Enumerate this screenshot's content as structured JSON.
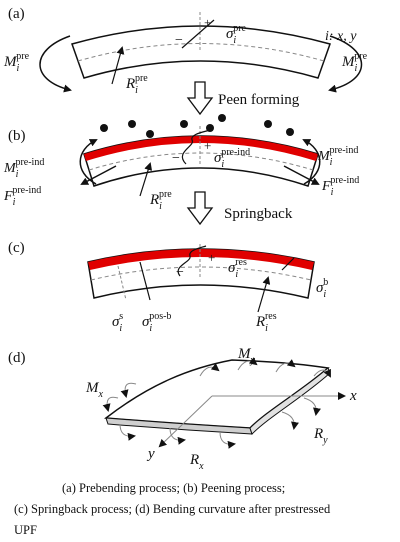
{
  "panels": {
    "a": {
      "label": "(a)",
      "axis_note": "i: x, y",
      "moment_left": "M",
      "moment_right": "M",
      "moment_sub": "i",
      "moment_sup": "pre",
      "sigma_sup": "pre",
      "radius_sup": "pre",
      "minus": "−",
      "plus": "+"
    },
    "b": {
      "label": "(b)",
      "moment_sup": "pre-ind",
      "force_sup": "pre-ind",
      "sigma_sup": "pre-ind",
      "radius_sup": "pre",
      "minus": "−",
      "plus": "+"
    },
    "c": {
      "label": "(c)",
      "sigma_res_sup": "res",
      "sigma_b_sup": "b",
      "sigma_s_sup": "s",
      "sigma_posb_sup": "pos-b",
      "radius_sup": "res",
      "minus": "−",
      "plus": "+"
    },
    "d": {
      "label": "(d)",
      "my": "M",
      "my_sub": "y",
      "mx": "M",
      "mx_sub": "x",
      "x_axis": "x",
      "y_axis": "y",
      "ry": "R",
      "ry_sub": "y",
      "rx": "R",
      "rx_sub": "x"
    }
  },
  "steps": {
    "peen": "Peen forming",
    "spring": "Springback"
  },
  "symbols": {
    "sigma": "σ",
    "R": "R",
    "M": "M",
    "F": "F",
    "i": "i"
  },
  "caption": {
    "line1": "(a) Prebending process; (b) Peening process;",
    "line2": "(c) Springback process; (d) Bending curvature after prestressed",
    "line3": "UPF"
  },
  "colors": {
    "peened_layer": "#e00000",
    "line": "#111111",
    "dashed": "#888888"
  }
}
